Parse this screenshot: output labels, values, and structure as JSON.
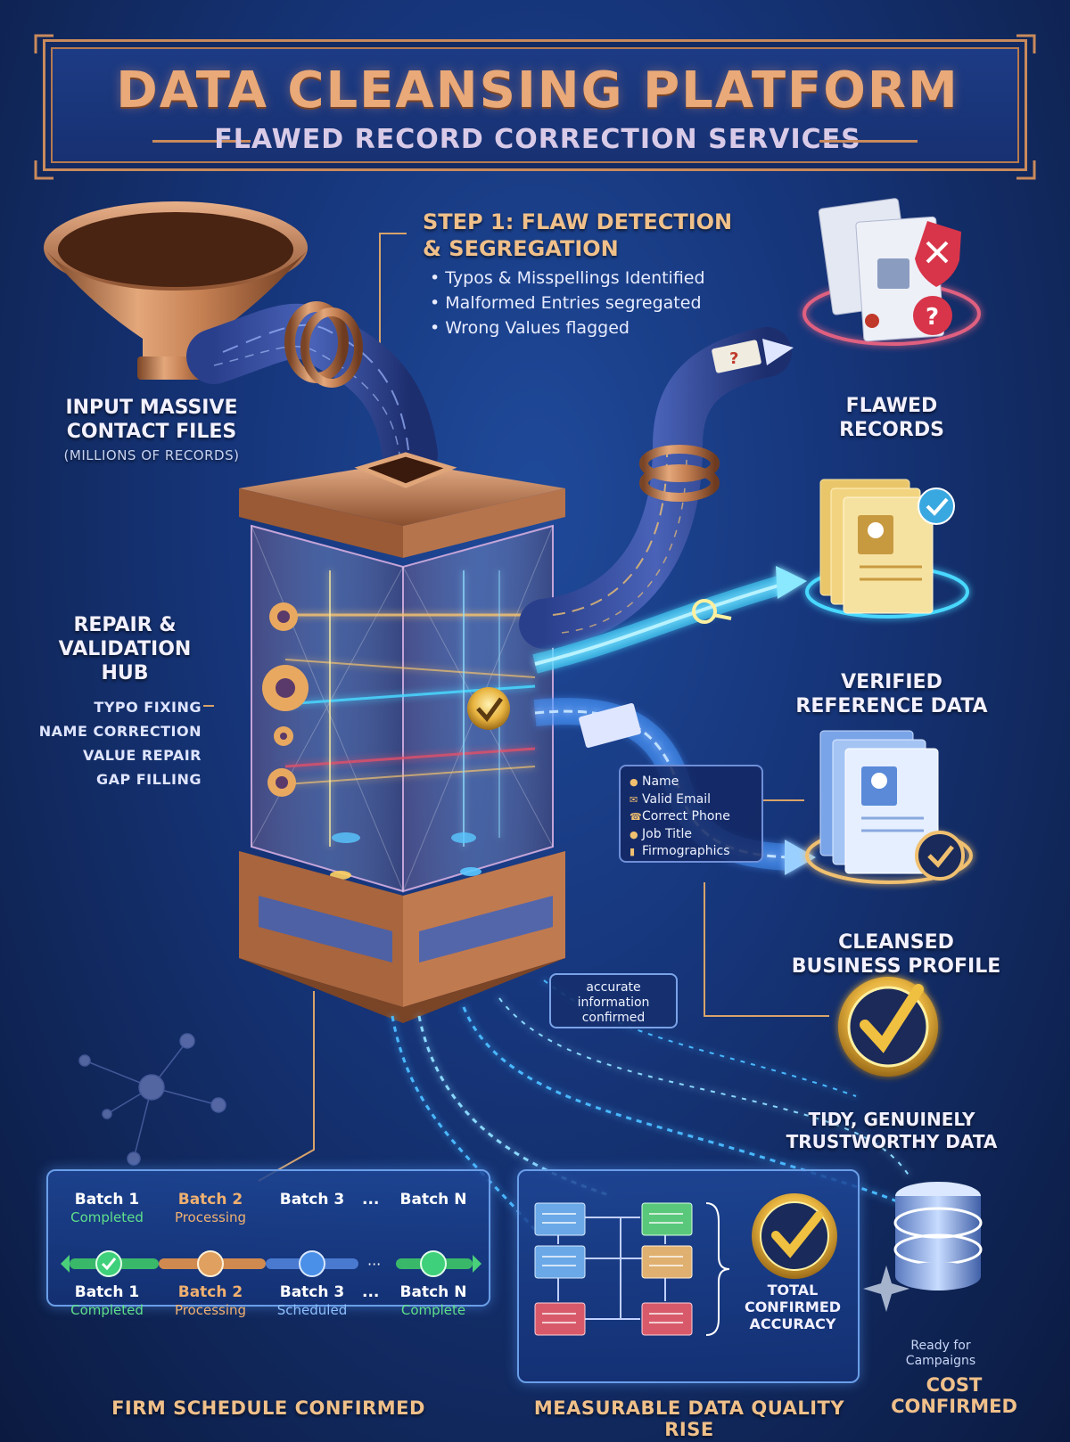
{
  "title": {
    "main": "DATA CLEANSING PLATFORM",
    "subtitle": "FLAWED RECORD CORRECTION SERVICES"
  },
  "input": {
    "line1": "INPUT MASSIVE",
    "line2": "CONTACT FILES",
    "note": "(MILLIONS OF RECORDS)"
  },
  "step1": {
    "title_line1": "STEP 1: FLAW DETECTION",
    "title_line2": "& SEGREGATION",
    "bullets": [
      "Typos & Misspellings Identified",
      "Malformed Entries segregated",
      "Wrong Values flagged"
    ]
  },
  "hub": {
    "line1": "REPAIR &",
    "line2": "VALIDATION",
    "line3": "HUB",
    "items": [
      "TYPO FIXING",
      "NAME CORRECTION",
      "VALUE REPAIR",
      "GAP FILLING"
    ]
  },
  "outputs": {
    "flawed": {
      "line1": "FLAWED",
      "line2": "RECORDS"
    },
    "verified": {
      "line1": "VERIFIED",
      "line2": "REFERENCE DATA"
    },
    "cleansed": {
      "line1": "CLEANSED",
      "line2": "BUSINESS PROFILE"
    },
    "tidy": {
      "line1": "TIDY, GENUINELY",
      "line2": "TRUSTWORTHY DATA"
    }
  },
  "fields": [
    "Name",
    "Valid Email",
    "Correct Phone",
    "Job Title",
    "Firmographics"
  ],
  "bubble": {
    "line1": "accurate",
    "line2": "information",
    "line3": "confirmed"
  },
  "schedule": {
    "top": [
      {
        "name": "Batch 1",
        "status": "Completed"
      },
      {
        "name": "Batch 2",
        "status": "Processing"
      },
      {
        "name": "Batch 3",
        "status": ""
      },
      {
        "name": "Batch N",
        "status": ""
      }
    ],
    "bottom": [
      {
        "name": "Batch 1",
        "status": "Completed"
      },
      {
        "name": "Batch 2",
        "status": "Processing"
      },
      {
        "name": "Batch 3",
        "status": "Scheduled"
      },
      {
        "name": "Batch N",
        "status": "Complete"
      }
    ],
    "ellipsis": "...",
    "caption": "FIRM SCHEDULE CONFIRMED"
  },
  "quality": {
    "line1": "TOTAL",
    "line2": "CONFIRMED",
    "line3": "ACCURACY",
    "caption": "MEASURABLE DATA QUALITY RISE"
  },
  "campaign": {
    "ready_line1": "Ready for",
    "ready_line2": "Campaigns",
    "cost_line1": "COST",
    "cost_line2": "CONFIRMED"
  },
  "colors": {
    "copper": "#c98a5c",
    "gold": "#f0c070",
    "cyan": "#48d8ff",
    "red": "#e0506a",
    "green": "#5fe08a",
    "navy": "#16357a"
  }
}
